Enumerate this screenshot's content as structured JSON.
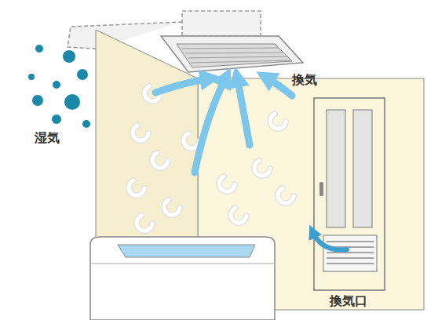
{
  "diagram": {
    "labels": [
      "湿気",
      "換気",
      "換気口"
    ]
  }
}
